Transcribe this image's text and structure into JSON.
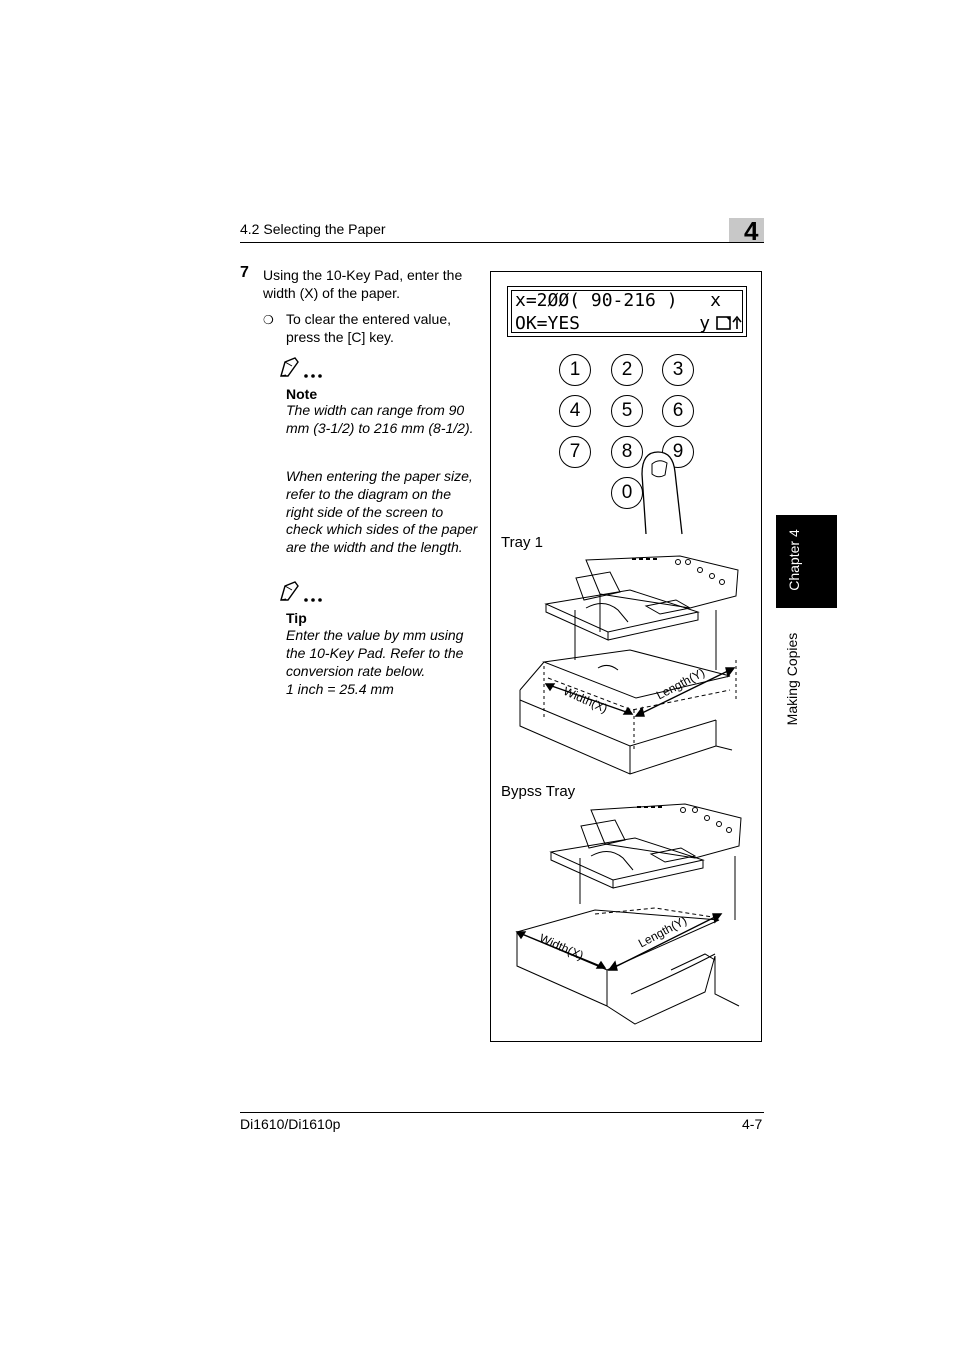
{
  "header": {
    "section_title": "4.2 Selecting the Paper",
    "chapter_number": "4"
  },
  "step": {
    "number": "7",
    "text": "Using the 10-Key Pad, enter the width (X) of the paper.",
    "bullet": "To clear the entered value, press the [C] key."
  },
  "note": {
    "title": "Note",
    "paragraph1": "The width can range from 90 mm (3-1/2) to 216 mm (8-1/2).",
    "paragraph2": "When entering the paper size, refer to the diagram on the right side of the screen to check which sides of the paper are the width and the length."
  },
  "tip": {
    "title": "Tip",
    "text": "Enter the value by mm using the 10-Key Pad. Refer to the conversion rate below.",
    "conversion": "1 inch = 25.4 mm"
  },
  "figure": {
    "lcd_line1": "x=2ØØ( 90-216 )   x",
    "lcd_line2": "OK=YES           y",
    "keys": [
      "1",
      "2",
      "3",
      "4",
      "5",
      "6",
      "7",
      "8",
      "9",
      "0"
    ],
    "tray1_label": "Tray 1",
    "bypass_label": "Bypss Tray",
    "width_label": "Width(X)",
    "length_label": "Length(Y)"
  },
  "side_tab": {
    "chapter": "Chapter 4",
    "section": "Making Copies"
  },
  "footer": {
    "model": "Di1610/Di1610p",
    "page": "4-7"
  }
}
